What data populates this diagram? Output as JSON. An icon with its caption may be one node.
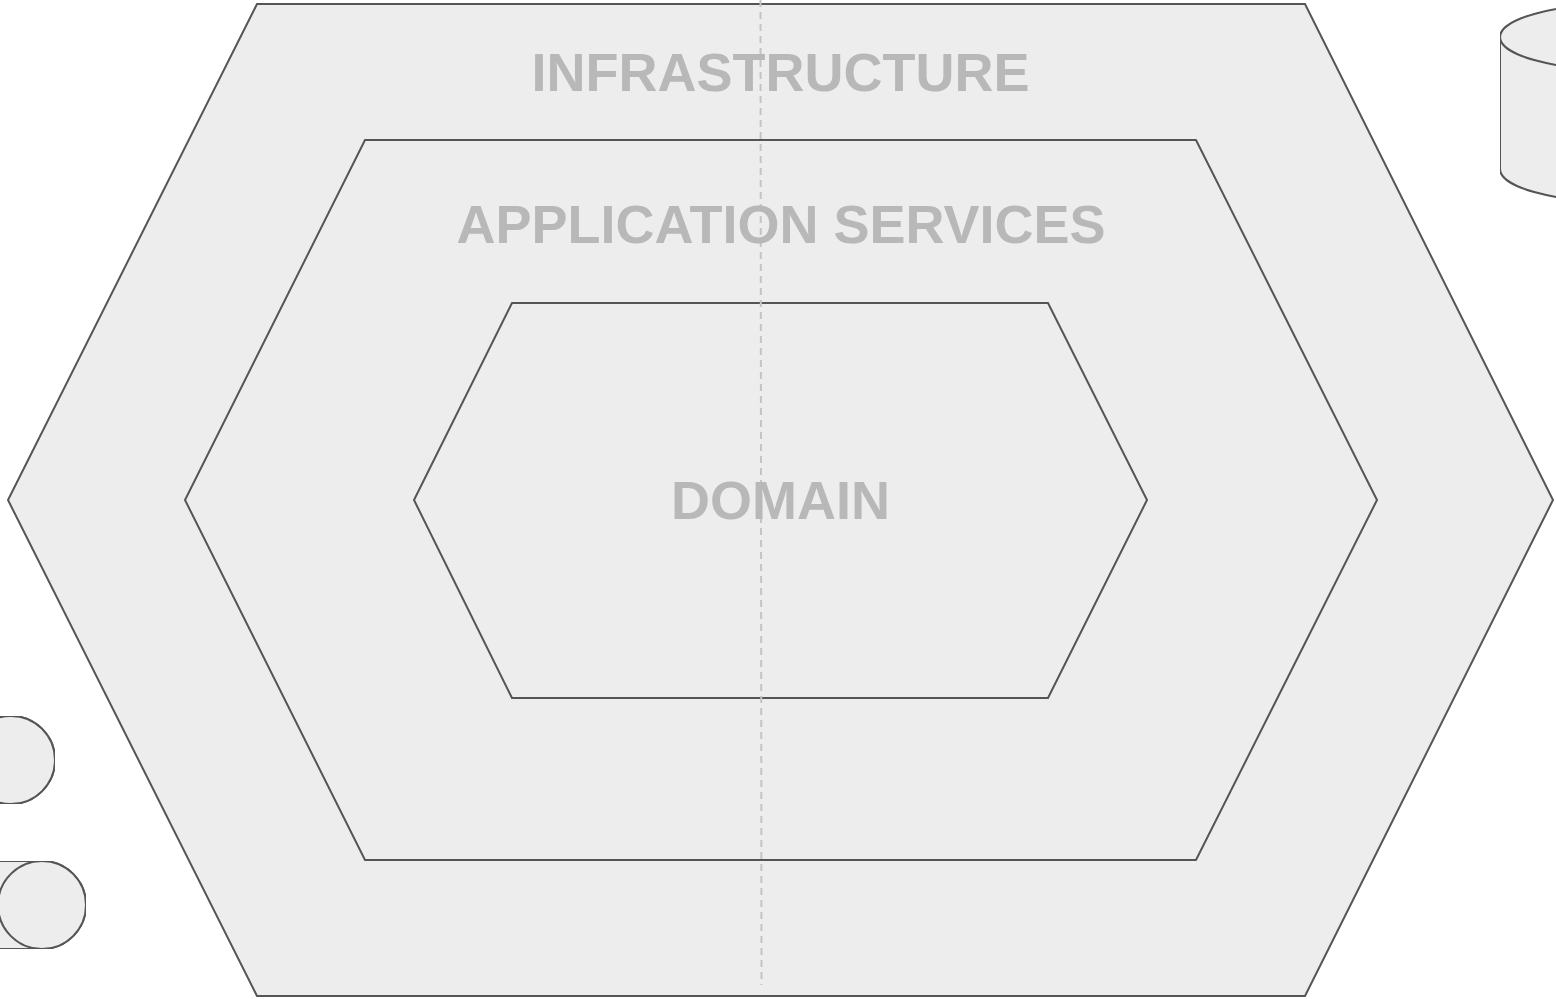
{
  "diagram": {
    "nodes": [
      {
        "text": [
          "INFRASTRUCTURE"
        ]
      },
      {
        "text": [
          "APPLICATION SERVICES"
        ],
        "in": 0
      },
      {
        "text": [
          "DOMAIN"
        ],
        "in": 1
      },
      {
        "text": [],
        "shape": "cylinder"
      },
      {
        "text": [],
        "shape": "cylinder"
      },
      {
        "text": [],
        "shape": "cylinder"
      }
    ]
  }
}
